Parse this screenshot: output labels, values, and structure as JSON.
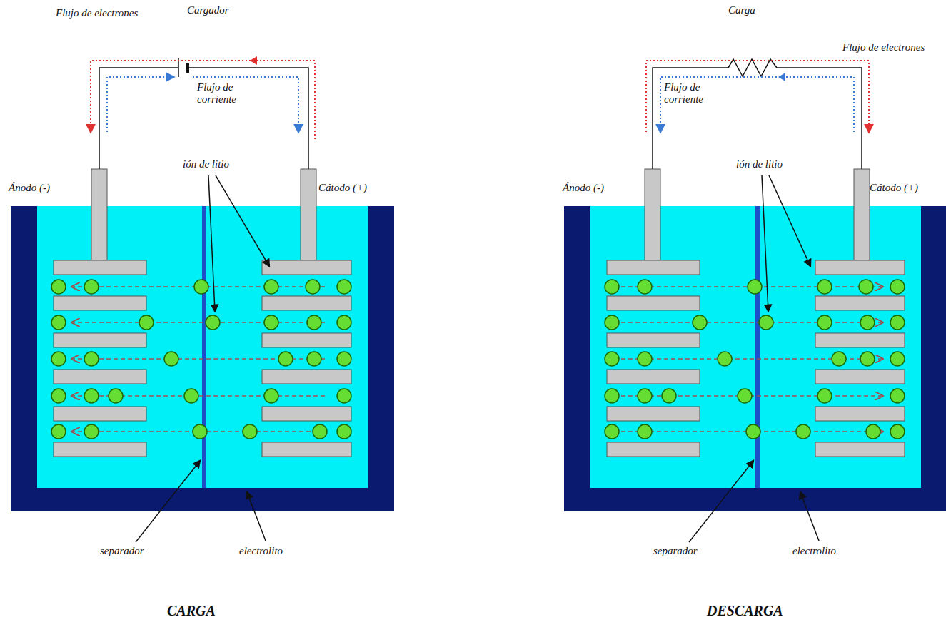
{
  "diagram": {
    "labels": [
      "Cargador",
      "Flujo de electrones",
      "Flujo de corriente",
      "ión de litio",
      "Ánodo (-)",
      "Cátodo (+)",
      "separador",
      "electrolito",
      "CARGA",
      "Carga",
      "Flujo de electrones",
      "Flujo de corriente",
      "ión de litio",
      "Ánodo (-)",
      "Cátodo (+)",
      "separador",
      "electrolito",
      "DESCARGA"
    ]
  }
}
